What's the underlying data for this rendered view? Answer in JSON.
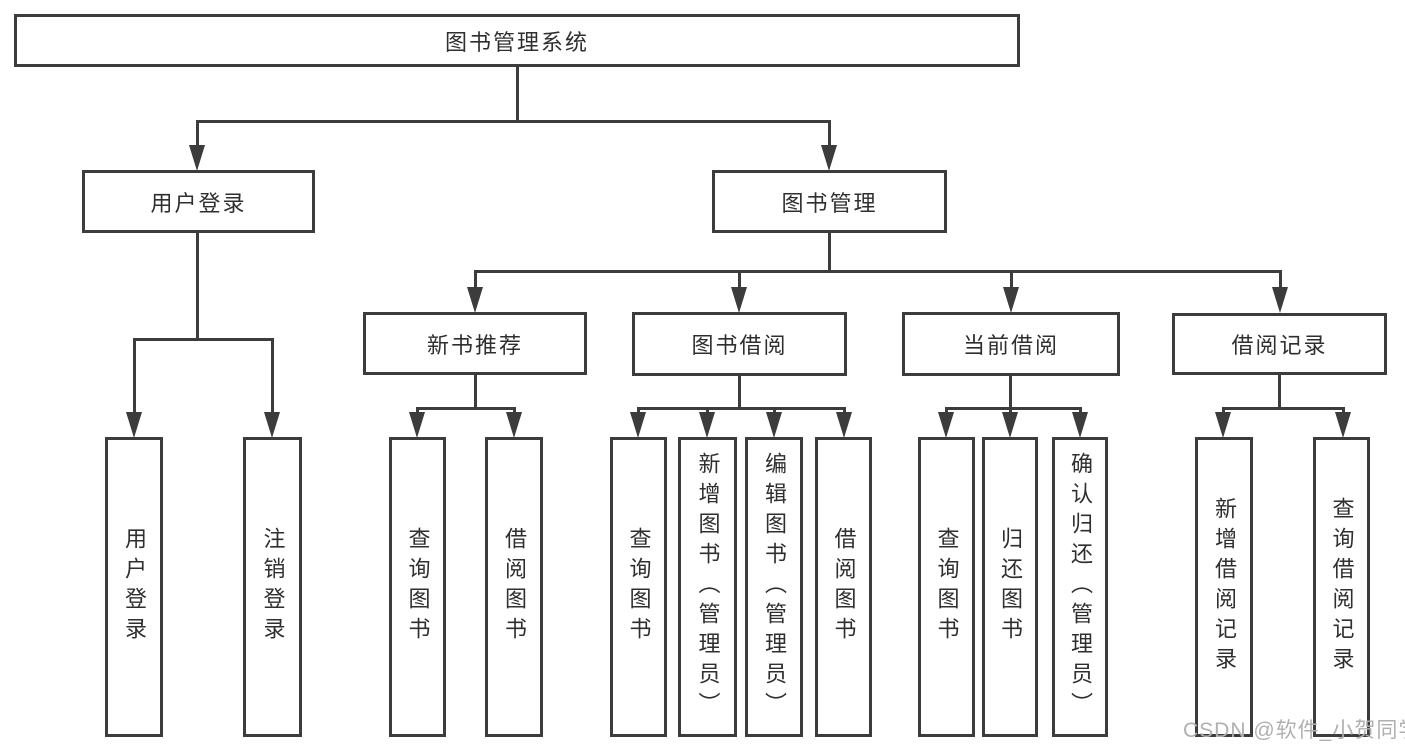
{
  "diagram": {
    "title": "图书管理系统",
    "branches": [
      {
        "label": "用户登录",
        "children": [
          {
            "label": "用户登录"
          },
          {
            "label": "注销登录"
          }
        ]
      },
      {
        "label": "图书管理",
        "children": [
          {
            "label": "新书推荐",
            "children": [
              {
                "label": "查询图书"
              },
              {
                "label": "借阅图书"
              }
            ]
          },
          {
            "label": "图书借阅",
            "children": [
              {
                "label": "查询图书"
              },
              {
                "label": "新增图书（管理员）"
              },
              {
                "label": "编辑图书（管理员）"
              },
              {
                "label": "借阅图书"
              }
            ]
          },
          {
            "label": "当前借阅",
            "children": [
              {
                "label": "查询图书"
              },
              {
                "label": "归还图书"
              },
              {
                "label": "确认归还（管理员）"
              }
            ]
          },
          {
            "label": "借阅记录",
            "children": [
              {
                "label": "新增借阅记录"
              },
              {
                "label": "查询借阅记录"
              }
            ]
          }
        ]
      }
    ]
  },
  "watermark": {
    "text": "CSDN @软件_小贺同学"
  },
  "colors": {
    "line": "#3c3c3c",
    "text": "#2f2f2f",
    "watermark": "#b0b0b0",
    "background": "#ffffff"
  }
}
